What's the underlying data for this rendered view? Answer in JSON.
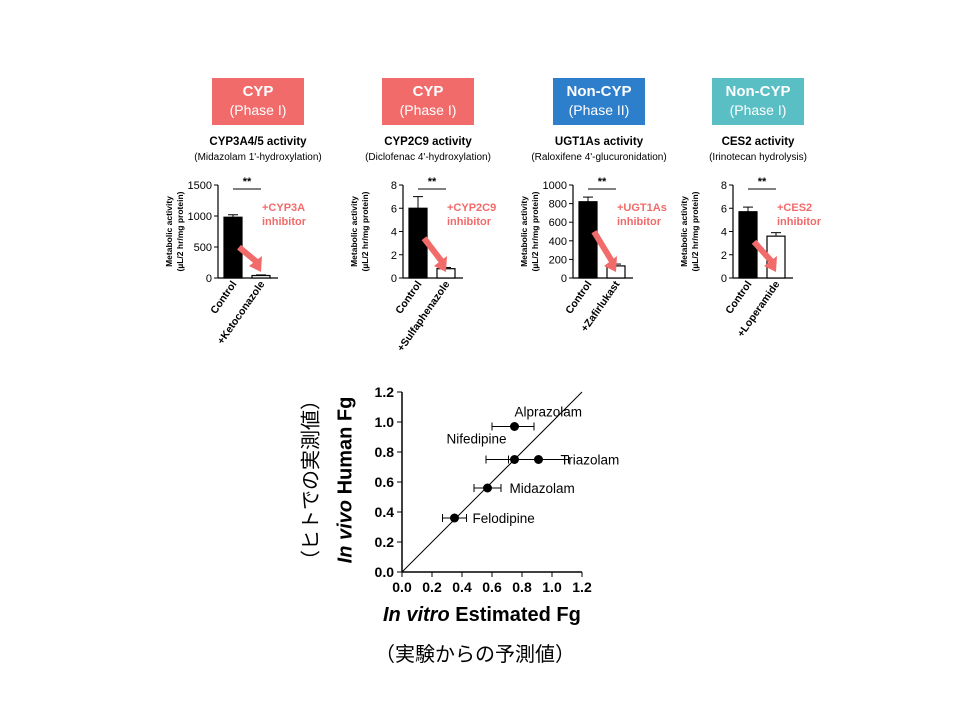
{
  "panels": [
    {
      "badge": {
        "line1": "CYP",
        "line2": "(Phase I)",
        "color": "#F26B6B"
      },
      "title": "CYP3A4/5 activity",
      "subtitle": "(Midazolam 1'-hydroxylation)",
      "ylabel1": "Metabolic activity",
      "ylabel2": "(µL/2 hr/mg protein)",
      "yticks": [
        "0",
        "500",
        "1000",
        "1500"
      ],
      "ymax": 1500,
      "categories": [
        "Control",
        "+Ketoconazole"
      ],
      "values": [
        980,
        40
      ],
      "errors": [
        40,
        10
      ],
      "significance": "**",
      "annotation_line1": "+CYP3A",
      "annotation_line2": "inhibitor"
    },
    {
      "badge": {
        "line1": "CYP",
        "line2": "(Phase I)",
        "color": "#F26B6B"
      },
      "title": "CYP2C9 activity",
      "subtitle": "(Diclofenac 4'-hydroxylation)",
      "ylabel1": "Metabolic activity",
      "ylabel2": "(µL/2 hr/mg protein)",
      "yticks": [
        "0",
        "2",
        "4",
        "6",
        "8"
      ],
      "ymax": 8,
      "categories": [
        "Control",
        "+Sulfaphenazole"
      ],
      "values": [
        6.0,
        0.8
      ],
      "errors": [
        1.0,
        0.1
      ],
      "significance": "**",
      "annotation_line1": "+CYP2C9",
      "annotation_line2": "inhibitor"
    },
    {
      "badge": {
        "line1": "Non-CYP",
        "line2": "(Phase II)",
        "color": "#2E7FCB"
      },
      "title": "UGT1As activity",
      "subtitle": "(Raloxifene 4'-glucuronidation)",
      "ylabel1": "Metabolic activity",
      "ylabel2": "(µL/2 hr/mg protein)",
      "yticks": [
        "0",
        "200",
        "400",
        "600",
        "800",
        "1000"
      ],
      "ymax": 1000,
      "categories": [
        "Control",
        "+Zafirlukast"
      ],
      "values": [
        820,
        130
      ],
      "errors": [
        50,
        20
      ],
      "significance": "**",
      "annotation_line1": "+UGT1As",
      "annotation_line2": "inhibitor"
    },
    {
      "badge": {
        "line1": "Non-CYP",
        "line2": "(Phase I)",
        "color": "#5ABFC4"
      },
      "title": "CES2 activity",
      "subtitle": "(Irinotecan hydrolysis)",
      "ylabel1": "Metabolic activity",
      "ylabel2": "(µL/2 hr/mg protein)",
      "yticks": [
        "0",
        "2",
        "4",
        "6",
        "8"
      ],
      "ymax": 8,
      "categories": [
        "Control",
        "+Loperamide"
      ],
      "values": [
        5.7,
        3.6
      ],
      "errors": [
        0.4,
        0.3
      ],
      "significance": "**",
      "annotation_line1": "+CES2",
      "annotation_line2": "inhibitor"
    }
  ],
  "scatter": {
    "xlabel_italic": "In vitro",
    "xlabel_rest": " Estimated Fg",
    "ylabel_italic": "In vivo",
    "ylabel_rest": " Human Fg",
    "xlabel_jp": "（実験からの予測値）",
    "ylabel_jp": "（ヒトでの実測値）",
    "ticks": [
      "0.0",
      "0.2",
      "0.4",
      "0.6",
      "0.8",
      "1.0",
      "1.2"
    ]
  },
  "chart_data": [
    {
      "type": "bar",
      "title": "CYP3A4/5 activity",
      "categories": [
        "Control",
        "+Ketoconazole"
      ],
      "values": [
        980,
        40
      ],
      "ylabel": "Metabolic activity (µL/2 hr/mg protein)",
      "ylim": [
        0,
        1500
      ]
    },
    {
      "type": "bar",
      "title": "CYP2C9 activity",
      "categories": [
        "Control",
        "+Sulfaphenazole"
      ],
      "values": [
        6.0,
        0.8
      ],
      "ylabel": "Metabolic activity (µL/2 hr/mg protein)",
      "ylim": [
        0,
        8
      ]
    },
    {
      "type": "bar",
      "title": "UGT1As activity",
      "categories": [
        "Control",
        "+Zafirlukast"
      ],
      "values": [
        820,
        130
      ],
      "ylabel": "Metabolic activity (µL/2 hr/mg protein)",
      "ylim": [
        0,
        1000
      ]
    },
    {
      "type": "bar",
      "title": "CES2 activity",
      "categories": [
        "Control",
        "+Loperamide"
      ],
      "values": [
        5.7,
        3.6
      ],
      "ylabel": "Metabolic activity (µL/2 hr/mg protein)",
      "ylim": [
        0,
        8
      ]
    },
    {
      "type": "scatter",
      "xlabel": "In vitro Estimated Fg",
      "ylabel": "In vivo Human Fg",
      "xlim": [
        0,
        1.2
      ],
      "ylim": [
        0,
        1.2
      ],
      "reference_line": "y = x",
      "points": [
        {
          "label": "Alprazolam",
          "x": 0.75,
          "y": 0.97,
          "xerr_low": 0.15,
          "xerr_high": 0.13
        },
        {
          "label": "Nifedipine",
          "x": 0.75,
          "y": 0.75,
          "xerr_low": 0.19,
          "xerr_high": 0.0
        },
        {
          "label": "Triazolam",
          "x": 0.91,
          "y": 0.75,
          "xerr_low": 0.2,
          "xerr_high": 0.2
        },
        {
          "label": "Midazolam",
          "x": 0.57,
          "y": 0.56,
          "xerr_low": 0.09,
          "xerr_high": 0.09
        },
        {
          "label": "Felodipine",
          "x": 0.35,
          "y": 0.36,
          "xerr_low": 0.08,
          "xerr_high": 0.08
        }
      ]
    }
  ]
}
